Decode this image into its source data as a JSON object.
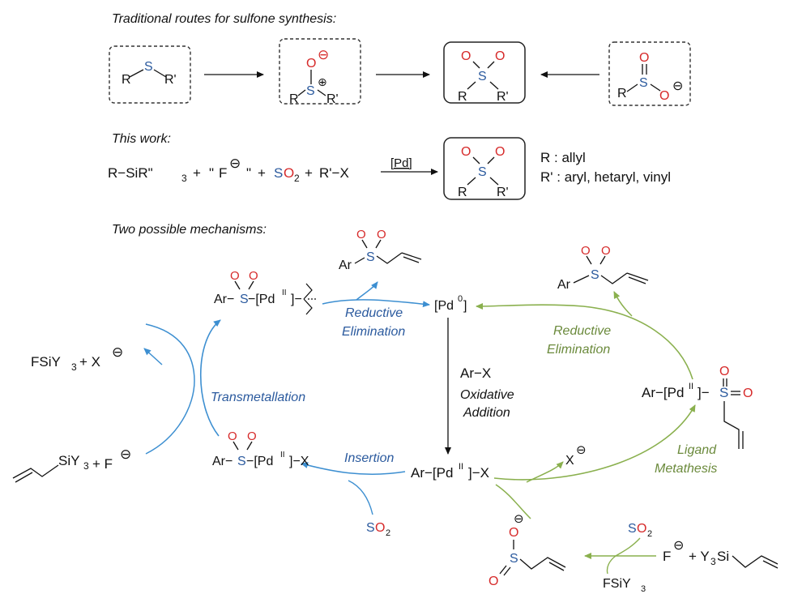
{
  "colors": {
    "black": "#111111",
    "blue_cycle": "#3d8fd1",
    "blue_text": "#2b5a9e",
    "green_cycle": "#8ab04e",
    "green_text": "#6b8a3c",
    "oxygen_red": "#d62a2a",
    "sulfur_blue": "#2b5a9e"
  },
  "headings": {
    "traditional": "Traditional routes for sulfone synthesis:",
    "this_work": "This work:",
    "mechanisms": "Two possible mechanisms:"
  },
  "traditional_route": {
    "box1": {
      "r": "R",
      "s": "S",
      "r2": "R'"
    },
    "box2": {
      "o": "O",
      "s": "S",
      "r": "R",
      "r2": "R'",
      "minus": "⊖",
      "plus": "⊕"
    },
    "box3": {
      "o1": "O",
      "o2": "O",
      "s": "S",
      "r": "R",
      "r2": "R'"
    },
    "box4": {
      "o": "O",
      "s": "S",
      "r": "R",
      "o2": "O",
      "minus": "⊖"
    }
  },
  "this_work": {
    "reagent1": "R−SiR\"",
    "reagent1_sub": "3",
    "plus1": "+",
    "fluoride_q1": "\"",
    "fluoride": "F",
    "fluoride_charge": "⊖",
    "fluoride_q2": "\"",
    "plus2": "+",
    "so2_s": "S",
    "so2_o": "O",
    "so2_sub": "2",
    "plus3": "+",
    "reagent3": "R'−X",
    "catalyst": "[Pd]",
    "legend_r": "R : allyl",
    "legend_r2": "R' : aryl, hetaryl, vinyl"
  },
  "mechanism": {
    "pd0": "[Pd",
    "pd0_sup": "0",
    "pd0_end": "]",
    "arx": "Ar−X",
    "oxidative_1": "Oxidative",
    "oxidative_2": "Addition",
    "ar_pd_x_1": "Ar−[Pd",
    "ar_pd_x_sup": "II",
    "ar_pd_x_2": "]−X",
    "insertion": "Insertion",
    "so2_bottom_s": "S",
    "so2_bottom_o": "O",
    "so2_bottom_sub": "2",
    "ar_so2_pd_x_1": "Ar−",
    "ar_so2_pd_x_s": "S",
    "ar_so2_pd_x_2": "−[Pd",
    "ar_so2_pd_x_sup": "II",
    "ar_so2_pd_x_3": "]−X",
    "transmetallation": "Transmetallation",
    "fsiy3": "FSiY",
    "fsiy3_sub": "3",
    "plus_x": "+ X",
    "x_charge": "⊖",
    "allyl_siy3": "SiY",
    "allyl_siy3_sub": "3",
    "plus_f": "+ F",
    "f_charge": "⊖",
    "ar_so2_pd_allyl_1": "Ar−",
    "ar_so2_pd_allyl_s": "S",
    "ar_so2_pd_allyl_2": "−[Pd",
    "ar_so2_pd_allyl_sup": "II",
    "ar_so2_pd_allyl_3": "]−",
    "reductive_blue_1": "Reductive",
    "reductive_blue_2": "Elimination",
    "product_ar": "Ar",
    "product_s": "S",
    "product_o": "O",
    "reductive_green_1": "Reductive",
    "reductive_green_2": "Elimination",
    "ar_pd_so2_1": "Ar−[Pd",
    "ar_pd_so2_sup": "II",
    "ar_pd_so2_2": "]−",
    "ar_pd_so2_s": "S",
    "ar_pd_so2_o": "O",
    "ligand_1": "Ligand",
    "ligand_2": "Metathesis",
    "x_minus": "X",
    "x_minus_charge": "⊖",
    "sulfinate_o": "O",
    "sulfinate_s": "S",
    "sulfinate_charge": "⊖",
    "so2_right_s": "S",
    "so2_right_o": "O",
    "so2_right_sub": "2",
    "f_right": "F",
    "f_right_charge": "⊖",
    "y3si": "+ Y",
    "y3si_sub": "3",
    "y3si_end": "Si",
    "fsiy3_bottom": "FSiY",
    "fsiy3_bottom_sub": "3"
  }
}
